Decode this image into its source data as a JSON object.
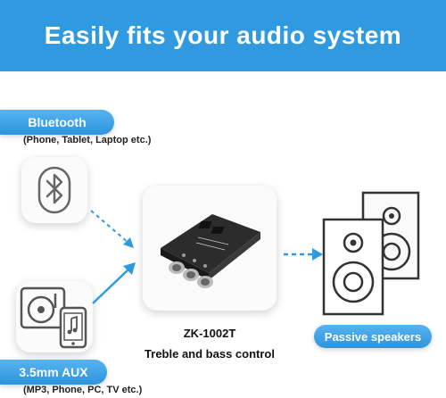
{
  "header": {
    "title": "Easily fits your audio system"
  },
  "bluetooth": {
    "label": "Bluetooth",
    "subtitle": "(Phone, Tablet, Laptop etc.)"
  },
  "aux": {
    "label": "3.5mm AUX",
    "subtitle": "(MP3, Phone, PC, TV etc.)"
  },
  "board": {
    "model": "ZK-1002T",
    "caption": "Treble and bass control"
  },
  "speakers": {
    "label": "Passive speakers"
  },
  "colors": {
    "accent": "#2f9ae0",
    "board": "#2c2c2c"
  }
}
